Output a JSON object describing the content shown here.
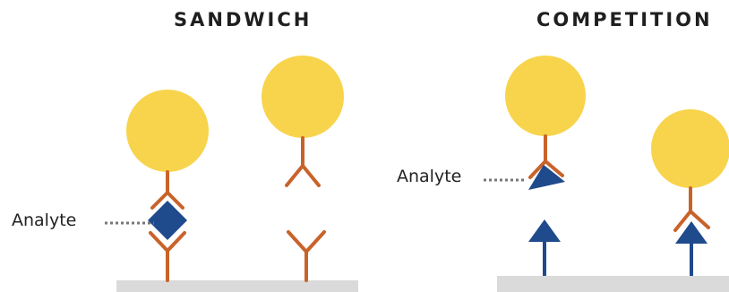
{
  "panels": {
    "sandwich": {
      "title": "SANDWICH",
      "analyte_label": "Analyte"
    },
    "competition": {
      "title": "COMPETITION",
      "analyte_label": "Analyte"
    }
  },
  "colors": {
    "particle": "#F7D44C",
    "antibody": "#C8632A",
    "analyte": "#1F4A8C",
    "surface": "#DADADA",
    "pointer": "#777777"
  }
}
